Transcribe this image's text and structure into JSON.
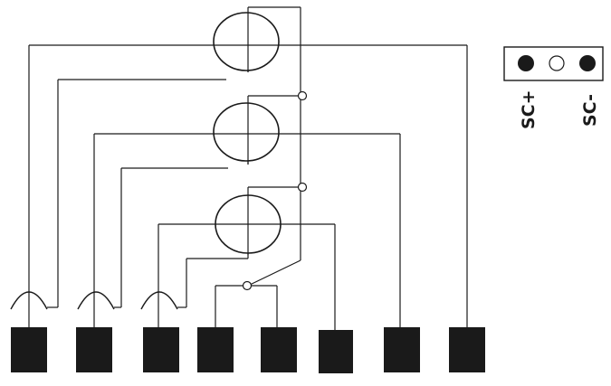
{
  "connector": {
    "pins": [
      "filled",
      "open",
      "filled"
    ],
    "label_positive": "SC+",
    "label_negative": "SC-"
  },
  "colors": {
    "line": "#1a1a1a",
    "background": "#ffffff"
  }
}
